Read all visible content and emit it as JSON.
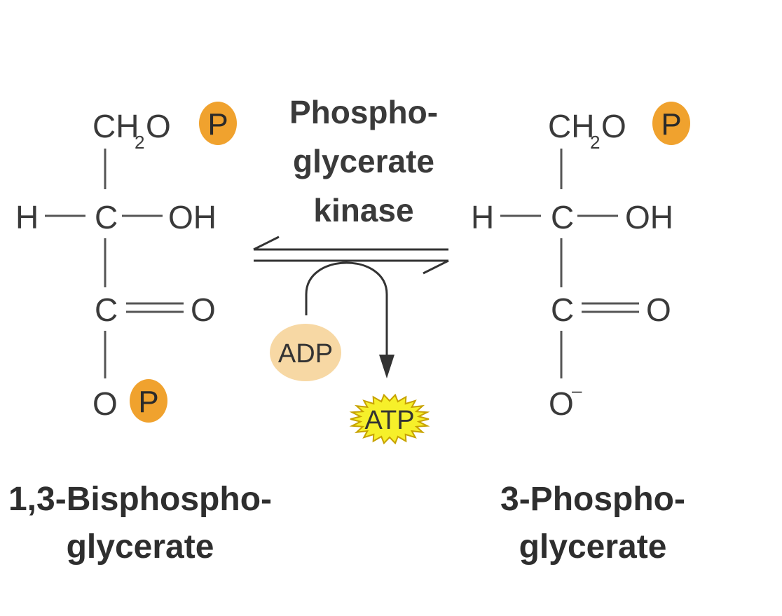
{
  "colors": {
    "phosphate": "#f0a22e",
    "adp_fill": "#f7d8a4",
    "atp_fill": "#f6f02a",
    "atp_stroke": "#c7a200",
    "text": "#333333"
  },
  "left_molecule": {
    "name_line1": "1,3-Bisphospho-",
    "name_line2": "glycerate",
    "top_group": "CH",
    "top_sub": "2",
    "top_o": "O",
    "h": "H",
    "c": "C",
    "oh": "OH",
    "o": "O",
    "phosphate_label": "P"
  },
  "right_molecule": {
    "name_line1": "3-Phospho-",
    "name_line2": "glycerate",
    "top_group": "CH",
    "top_sub": "2",
    "top_o": "O",
    "h": "H",
    "c": "C",
    "oh": "OH",
    "o": "O",
    "o_minus": "O",
    "charge": "–",
    "phosphate_label": "P"
  },
  "enzyme": {
    "line1": "Phospho-",
    "line2": "glycerate",
    "line3": "kinase"
  },
  "cofactors": {
    "adp": "ADP",
    "atp": "ATP"
  }
}
